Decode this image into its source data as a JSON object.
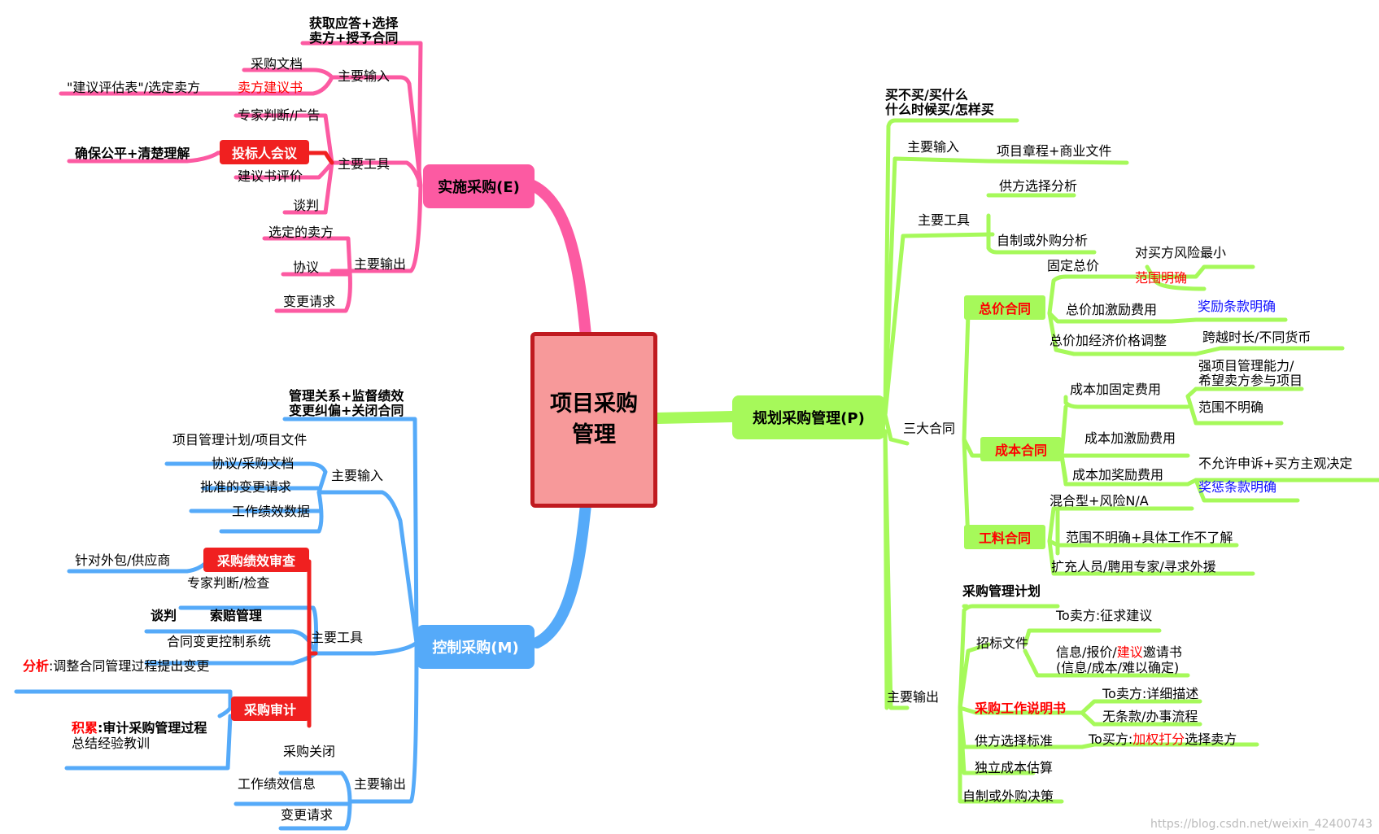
{
  "central": {
    "title": "项目采购\n管理"
  },
  "colors": {
    "pink": "#fc5aa2",
    "green": "#a6f95a",
    "blue": "#55aaf9",
    "red": "#f02020"
  },
  "exec": {
    "title": "实施采购(E)",
    "result": "获取应答+选择\n卖方+授予合同",
    "input_label": "主要输入",
    "inputs": [
      "采购文档",
      "卖方建议书"
    ],
    "proposal_note": "\"建议评估表\"/选定卖方",
    "tool_label": "主要工具",
    "tools": [
      "专家判断/广告",
      "投标人会议",
      "建议书评价",
      "谈判"
    ],
    "meeting_note": "确保公平+清楚理解",
    "output_label": "主要输出",
    "outputs": [
      "选定的卖方",
      "协议",
      "变更请求"
    ]
  },
  "control": {
    "title": "控制采购(M)",
    "result": "管理关系+监督绩效\n变更纠偏+关闭合同",
    "input_label": "主要输入",
    "inputs": [
      "项目管理计划/项目文件",
      "协议/采购文档",
      "批准的变更请求",
      "工作绩效数据"
    ],
    "tool_label": "主要工具",
    "perf_review": "采购绩效审查",
    "perf_note": "针对外包/供应商",
    "tools": [
      "专家判断/检查",
      "索赔管理",
      "合同变更控制系统"
    ],
    "claims_note": "谈判",
    "audit": "采购审计",
    "analysis_key": "分析",
    "analysis_text": ":调整合同管理过程提出变更",
    "accum_key": "积累",
    "accum_text": ":审计采购管理过程",
    "accum_text2": "总结经验教训",
    "output_label": "主要输出",
    "outputs": [
      "采购关闭",
      "工作绩效信息",
      "变更请求"
    ]
  },
  "plan": {
    "title": "规划采购管理(P)",
    "result": "买不买/买什么\n什么时候买/怎样买",
    "input_label": "主要输入",
    "input": "项目章程+商业文件",
    "tool_label": "主要工具",
    "tools": [
      "供方选择分析",
      "自制或外购分析"
    ],
    "contracts_label": "三大合同",
    "fixed": {
      "title": "总价合同",
      "ffp": "固定总价",
      "ffp_notes": [
        "对买方风险最小",
        "范围明确"
      ],
      "fpif": "总价加激励费用",
      "fpif_note": "奖励条款明确",
      "fpepa": "总价加经济价格调整",
      "fpepa_note": "跨越时长/不同货币"
    },
    "cost": {
      "title": "成本合同",
      "cpff": "成本加固定费用",
      "cpff_notes": [
        "强项目管理能力/\n希望卖方参与项目",
        "范围不明确"
      ],
      "cpif": "成本加激励费用",
      "cpaf": "成本加奖励费用",
      "cpaf_notes": [
        "不允许申诉+买方主观决定",
        "奖惩条款明确"
      ]
    },
    "tm": {
      "title": "工料合同",
      "notes": [
        "混合型+风险N/A",
        "范围不明确+具体工作不了解",
        "扩充人员/聘用专家/寻求外援"
      ]
    },
    "output_label": "主要输出",
    "outputs": {
      "plan": "采购管理计划",
      "bid_docs": "招标文件",
      "bid_notes": {
        "a": "To卖方:征求建议",
        "b1": "信息/报价/",
        "b_red": "建议",
        "b2": "邀请书",
        "b3": "(信息/成本/难以确定)"
      },
      "sow": "采购工作说明书",
      "sow_notes": [
        "To卖方:详细描述",
        "无条款/办事流程"
      ],
      "criteria": "供方选择标准",
      "criteria_note1": "To买方:",
      "criteria_note_red": "加权打分",
      "criteria_note2": "选择卖方",
      "estimate": "独立成本估算",
      "decision": "自制或外购决策"
    }
  },
  "watermark": "https://blog.csdn.net/weixin_42400743"
}
